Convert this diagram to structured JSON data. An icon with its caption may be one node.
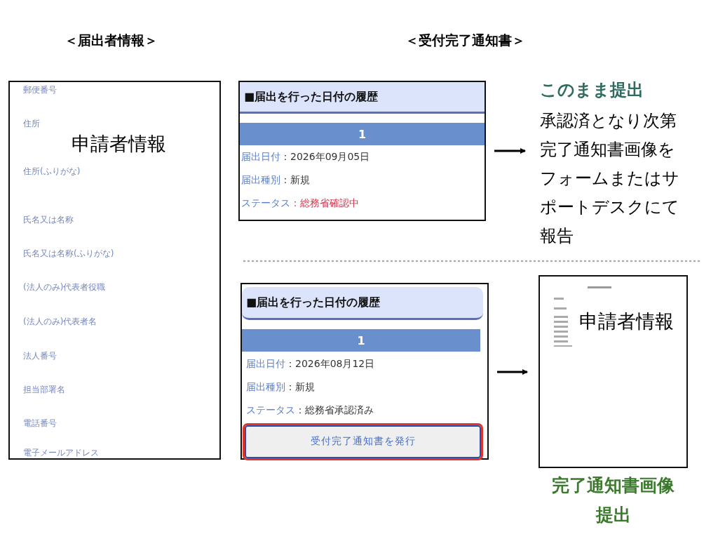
{
  "diagram": {
    "nodes": [
      {
        "text": [
          "申請者情報",
          "郵便番号",
          "住所",
          "住所(ふりがな)",
          "氏名又は名称",
          "氏名又は名称(ふりがな)",
          "(法人のみ)代表者役職",
          "(法人のみ)代表者名",
          "法人番号",
          "担当部署名",
          "電話番号",
          "電子メールアドレス"
        ]
      },
      {
        "text": [
          "■届出を行った日付の履歴",
          "1",
          "届出日付",
          "：2026年09月05日",
          "届出種別",
          "：新規",
          "ステータス",
          "：総務省確認中"
        ]
      },
      {
        "text": [
          "このまま提出",
          "承認済となり次第完了通知書画像をフォームまたはサポートデスクにて報告"
        ]
      },
      {
        "text": [
          "■届出を行った日付の履歴",
          "1",
          "届出日付",
          "：2026年08月12日",
          "届出種別",
          "：新規",
          "ステータス",
          "：総務省承認済み"
        ]
      },
      {
        "text": [
          "受付完了通知書を発行"
        ],
        "in": 3
      },
      {
        "text": [
          "申請者情報"
        ],
        "beside": [
          "完了通知書画像提出"
        ]
      }
    ],
    "edges": [
      {
        "from": 1,
        "to": 2,
        "arrow": "to"
      },
      {
        "from": 3,
        "to": 5,
        "arrow": "to"
      }
    ],
    "labels": [
      "＜届出者情報＞",
      "＜受付完了通知書＞"
    ]
  }
}
